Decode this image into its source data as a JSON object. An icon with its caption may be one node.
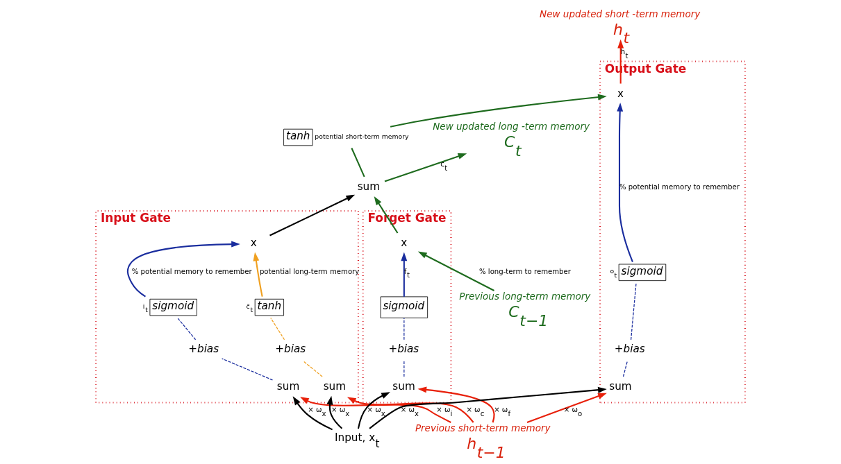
{
  "diagram": {
    "nodes": [
      {
        "text": [
          "C$_{t−1}$"
        ],
        "beside": [
          "Previous long-term memory"
        ]
      },
      {
        "text": [
          "Forget Gate"
        ]
      },
      {
        "text": [
          "x"
        ],
        "in": 1
      },
      {
        "text": [
          "sigmoid"
        ],
        "in": 1
      },
      {
        "text": [
          "+bias"
        ],
        "in": 1
      },
      {
        "text": [
          "sum"
        ],
        "in": 1
      },
      {
        "text": [
          "sum"
        ]
      },
      {
        "text": [
          "C$_{t}$"
        ],
        "beside": [
          "New updated long -term memory"
        ]
      },
      {
        "text": [
          "Input Gate"
        ]
      },
      {
        "text": [
          "x"
        ],
        "in": 8
      },
      {
        "text": [
          "sigmoid"
        ],
        "in": 8,
        "beside": [
          "i$_{t}$"
        ]
      },
      {
        "text": [
          "tanh"
        ],
        "in": 8,
        "beside": [
          "c̃$_{t}$"
        ]
      },
      {
        "text": [
          "+bias"
        ],
        "in": 8
      },
      {
        "text": [
          "+bias"
        ],
        "in": 8
      },
      {
        "text": [
          "sum"
        ],
        "in": 8
      },
      {
        "text": [
          "sum"
        ],
        "in": 8
      },
      {
        "text": [
          "Output Gate"
        ]
      },
      {
        "text": [
          "tanh"
        ],
        "beside": [
          "potential short-term memory"
        ]
      },
      {
        "text": [
          "sigmoid"
        ],
        "in": 16,
        "beside": [
          "o$_{t}$"
        ]
      },
      {
        "text": [
          "x"
        ],
        "in": 16
      },
      {
        "text": [
          "+bias"
        ],
        "in": 16
      },
      {
        "text": [
          "sum"
        ],
        "in": 16
      },
      {
        "text": [
          "h$_{t−1}$"
        ],
        "beside": [
          "Previous short-term memory"
        ]
      },
      {
        "text": [
          "h$_{t}$"
        ],
        "beside": [
          "New updated short -term memory"
        ]
      },
      {
        "text": [
          "Input, x$_{t}$"
        ]
      }
    ],
    "edges": [
      {
        "from": 0,
        "to": 2,
        "arrow": "to",
        "color": "#1e6b1e",
        "label": "% long-term to remember"
      },
      {
        "from": 2,
        "to": 6,
        "arrow": "to",
        "color": "#1e6b1e"
      },
      {
        "from": 6,
        "to": 7,
        "arrow": "to",
        "color": "#1e6b1e",
        "label": "c$_{t}$"
      },
      {
        "from": 3,
        "to": 2,
        "arrow": "to",
        "color": "#1a2d9e",
        "label": "f$_{t}$"
      },
      {
        "from": 5,
        "to": 4,
        "arrow": "none",
        "style": "dashed",
        "color": "#1a2d9e"
      },
      {
        "from": 4,
        "to": 3,
        "arrow": "none",
        "style": "dashed",
        "color": "#1a2d9e"
      },
      {
        "from": 9,
        "to": 6,
        "arrow": "to",
        "color": "#000000"
      },
      {
        "from": 10,
        "to": 9,
        "arrow": "to",
        "color": "#1a2d9e",
        "label": "% potential memory to remember"
      },
      {
        "from": 11,
        "to": 9,
        "arrow": "to",
        "color": "#f0a020",
        "label": "potential long-term memory"
      },
      {
        "from": 14,
        "to": 12,
        "arrow": "none",
        "style": "dashed",
        "color": "#1a2d9e"
      },
      {
        "from": 12,
        "to": 10,
        "arrow": "none",
        "style": "dashed",
        "color": "#1a2d9e"
      },
      {
        "from": 15,
        "to": 13,
        "arrow": "none",
        "style": "dashed",
        "color": "#f0a020"
      },
      {
        "from": 13,
        "to": 11,
        "arrow": "none",
        "style": "dashed",
        "color": "#f0a020"
      },
      {
        "from": 6,
        "to": 17,
        "arrow": "none",
        "color": "#1e6b1e"
      },
      {
        "from": 17,
        "to": 19,
        "arrow": "to",
        "color": "#1e6b1e"
      },
      {
        "from": 18,
        "to": 19,
        "arrow": "to",
        "color": "#1a2d9e",
        "label": "% potential memory to remember"
      },
      {
        "from": 21,
        "to": 20,
        "arrow": "none",
        "style": "dashed",
        "color": "#1a2d9e"
      },
      {
        "from": 20,
        "to": 18,
        "arrow": "none",
        "style": "dashed",
        "color": "#1a2d9e"
      },
      {
        "from": 19,
        "to": 23,
        "arrow": "to",
        "color": "#e8200a",
        "label": "h$_{t}$"
      },
      {
        "from": 22,
        "to": 5,
        "arrow": "to",
        "color": "#e8200a",
        "label": "× ω$_{f}$"
      },
      {
        "from": 22,
        "to": 14,
        "arrow": "to",
        "color": "#e8200a",
        "label": "× ω$_{i}$"
      },
      {
        "from": 22,
        "to": 15,
        "arrow": "to",
        "color": "#e8200a",
        "label": "× ω$_{c}$"
      },
      {
        "from": 22,
        "to": 21,
        "arrow": "to",
        "color": "#e8200a",
        "label": "× ω$_{o}$"
      },
      {
        "from": 24,
        "to": 5,
        "arrow": "to",
        "color": "#000000",
        "label": "× ω$_{x}$"
      },
      {
        "from": 24,
        "to": 14,
        "arrow": "to",
        "color": "#000000",
        "label": "× ω$_{x}$"
      },
      {
        "from": 24,
        "to": 15,
        "arrow": "to",
        "color": "#000000",
        "label": "× ω$_{x}$"
      },
      {
        "from": 24,
        "to": 21,
        "arrow": "to",
        "color": "#000000",
        "label": "× ω$_{x}$"
      }
    ]
  }
}
